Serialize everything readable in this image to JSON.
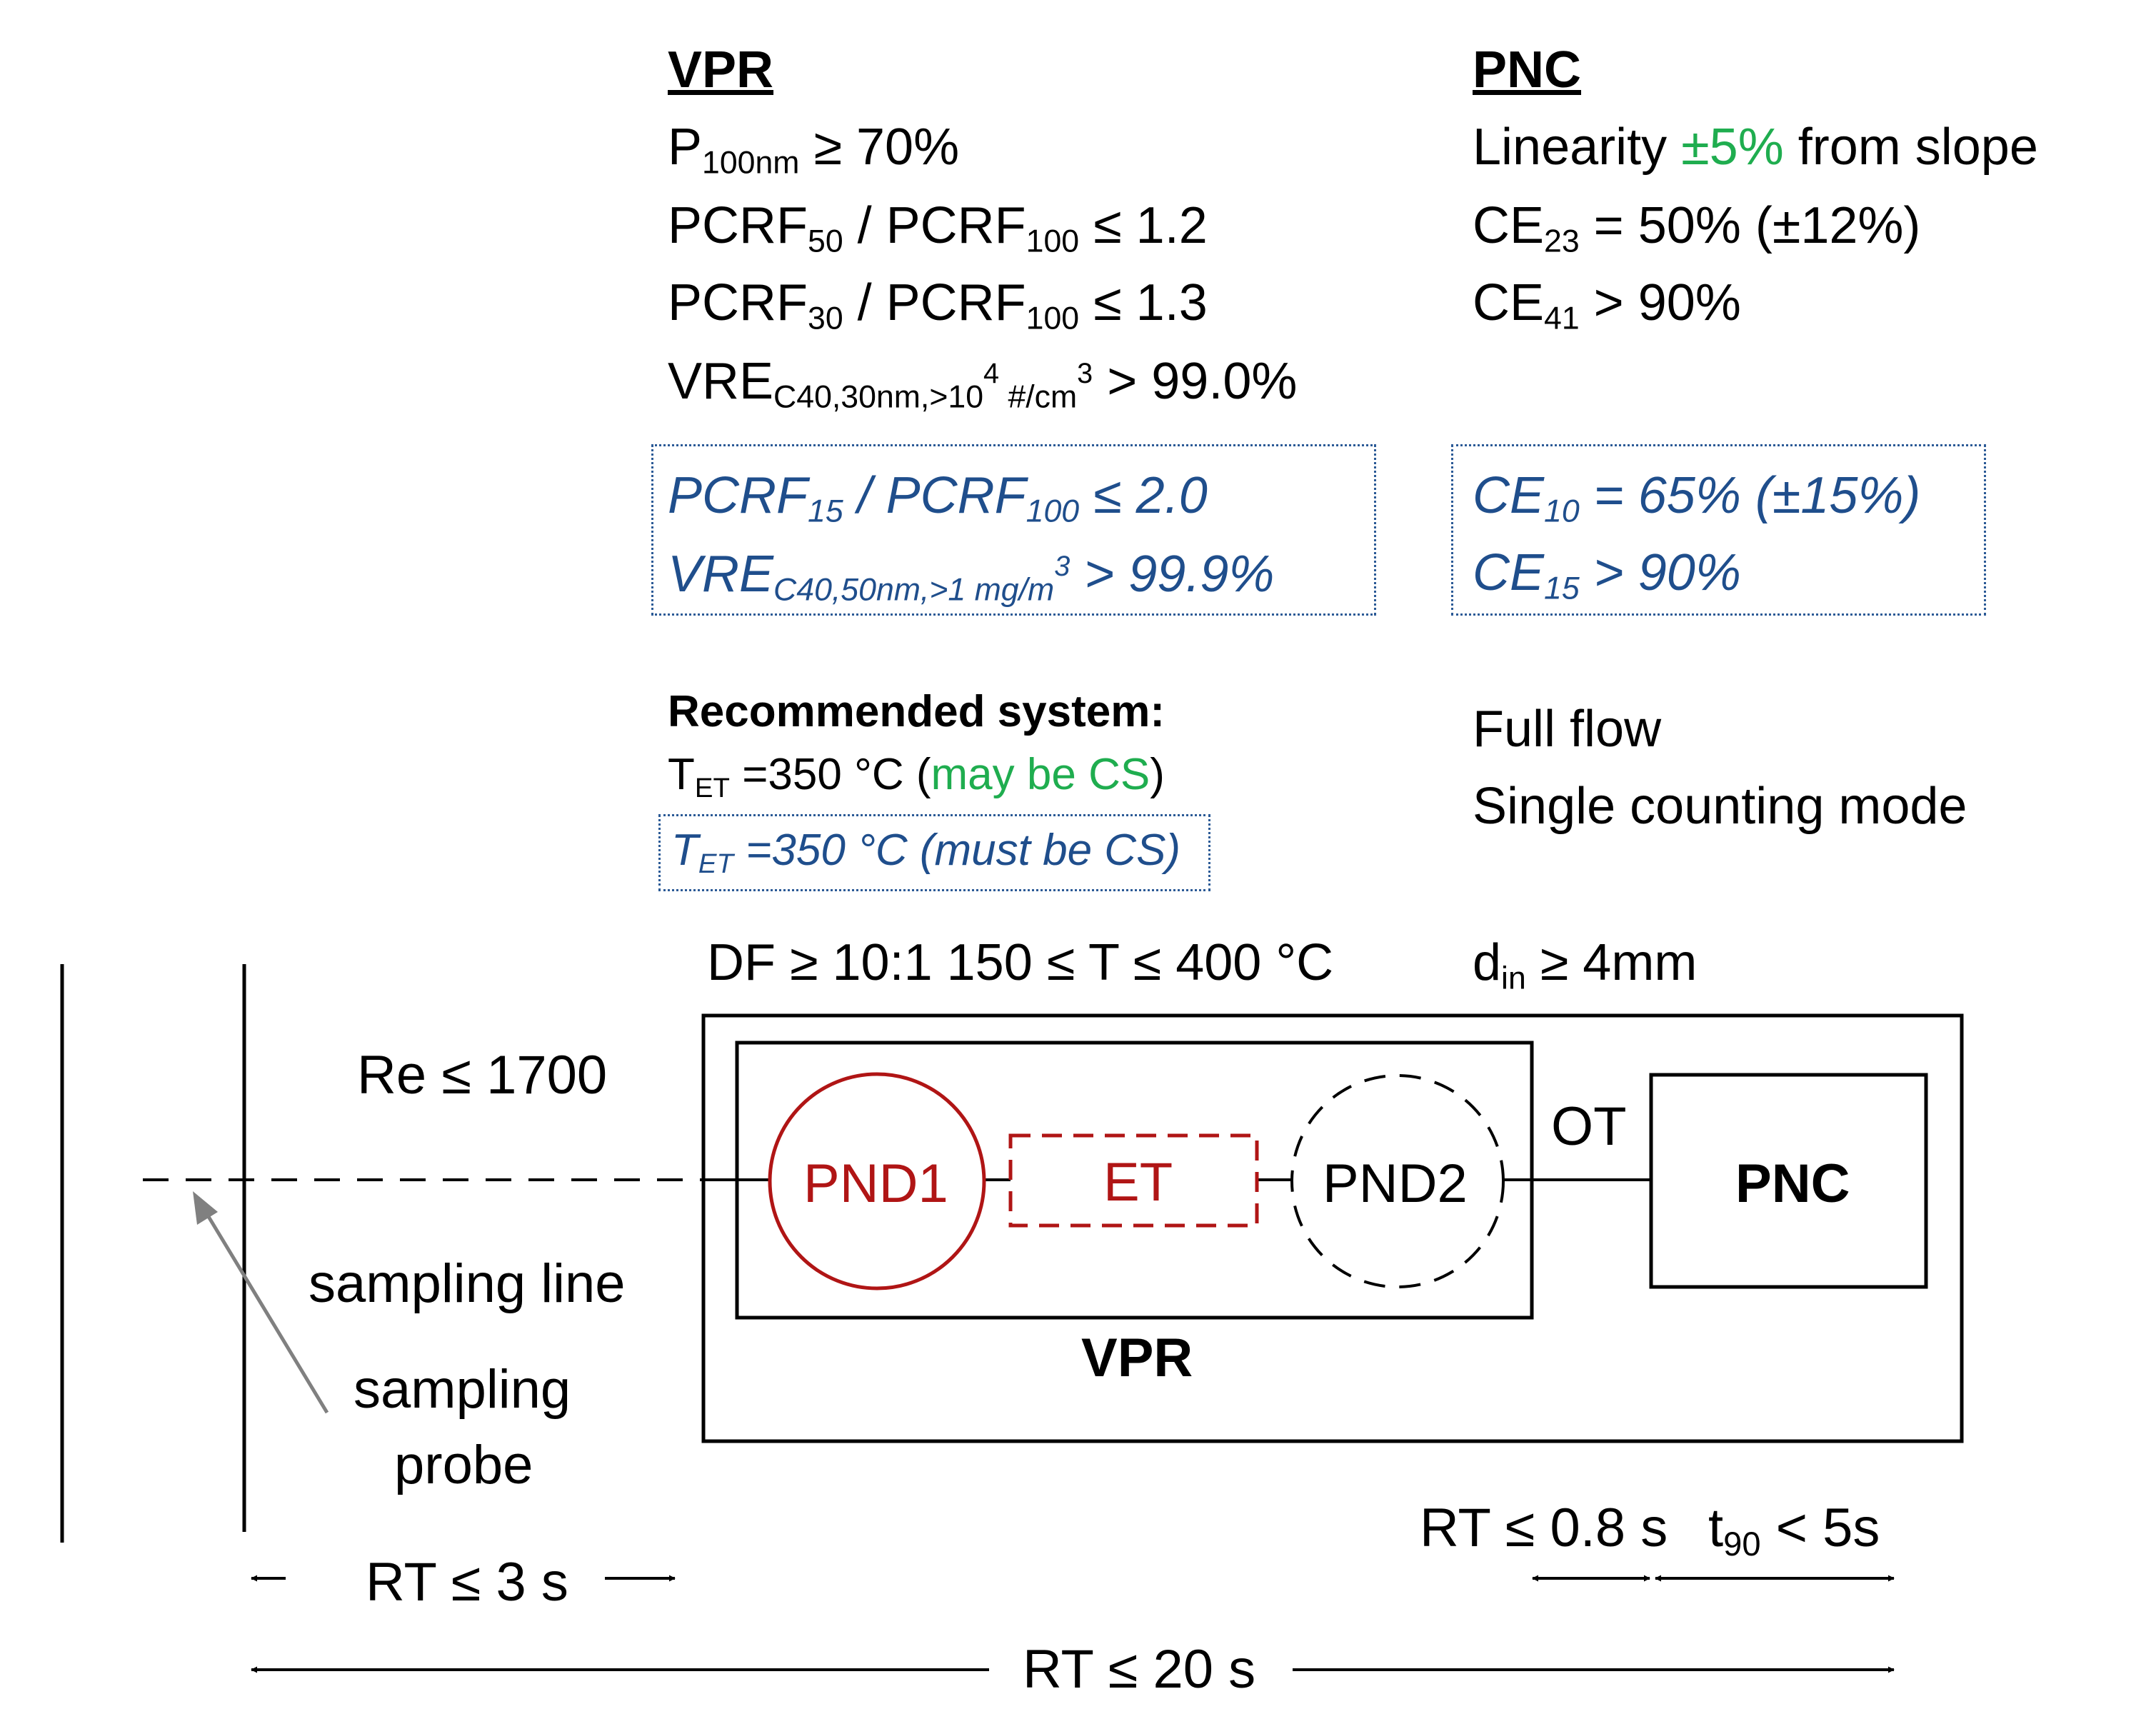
{
  "vpr_specs": {
    "header": "VPR",
    "p100_base": "P",
    "p100_sub": "100nm",
    "p100_rest": " ≥ 70%",
    "pcrf50_a": "PCRF",
    "pcrf50_a_sub": "50",
    "pcrf50_mid": " / PCRF",
    "pcrf50_b_sub": "100",
    "pcrf50_rest": " ≤ 1.2",
    "pcrf30_a": "PCRF",
    "pcrf30_a_sub": "30",
    "pcrf30_mid": " / PCRF",
    "pcrf30_b_sub": "100",
    "pcrf30_rest": " ≤ 1.3",
    "vre_base": "VRE",
    "vre_sub": "C40,30nm,>10",
    "vre_sup": "4",
    "vre_sub2": " #/cm",
    "vre_sup2": "3",
    "vre_rest": " > 99.0%"
  },
  "vpr_optional": {
    "pcrf15_a": "PCRF",
    "pcrf15_a_sub": "15",
    "pcrf15_mid": " / PCRF",
    "pcrf15_b_sub": "100",
    "pcrf15_rest": " ≤ 2.0",
    "vre_base": "VRE",
    "vre_sub": "C40,50nm,>1 mg/m",
    "vre_sup": "3",
    "vre_rest": "  > 99.9%"
  },
  "pnc_specs": {
    "header": "PNC",
    "lin_a": "Linearity ",
    "lin_green": "±5%",
    "lin_b": " from slope",
    "ce23_base": "CE",
    "ce23_sub": "23",
    "ce23_rest": " = 50% (±12%)",
    "ce41_base": "CE",
    "ce41_sub": "41",
    "ce41_rest": " > 90%"
  },
  "pnc_optional": {
    "ce10_base": "CE",
    "ce10_sub": "10",
    "ce10_rest": " = 65% (±15%)",
    "ce15_base": "CE",
    "ce15_sub": "15",
    "ce15_rest": " > 90%"
  },
  "recommended": {
    "title": "Recommended system:",
    "t1_base": "T",
    "t1_sub": "ET",
    "t1_rest": " =350 °C (",
    "t1_green": "may be CS",
    "t1_close": ")",
    "t2_base": "T",
    "t2_sub": "ET",
    "t2_rest": " =350 °C (must be CS)"
  },
  "pnc_mode": {
    "line1": "Full flow",
    "line2": "Single counting mode"
  },
  "conditions": {
    "df": "DF ≥ 10:1  150 ≤ T ≤ 400 °C",
    "din_base": "d",
    "din_sub": "in",
    "din_rest": " ≥ 4mm",
    "re": "Re ≤ 1700"
  },
  "diagram": {
    "pnd1": "PND1",
    "et": "ET",
    "pnd2": "PND2",
    "ot": "OT",
    "pnc": "PNC",
    "vpr": "VPR",
    "sampling_line": "sampling line",
    "sampling_probe_1": "sampling",
    "sampling_probe_2": "probe"
  },
  "timings": {
    "rt3": "RT ≤ 3 s",
    "rt08": "RT ≤ 0.8 s",
    "t90_base": "t",
    "t90_sub": "90",
    "t90_rest": " < 5s",
    "rt20": "RT ≤ 20 s"
  },
  "colors": {
    "optional_blue": "#1f4e8c",
    "green": "#1fad4f",
    "red": "#b01515"
  }
}
